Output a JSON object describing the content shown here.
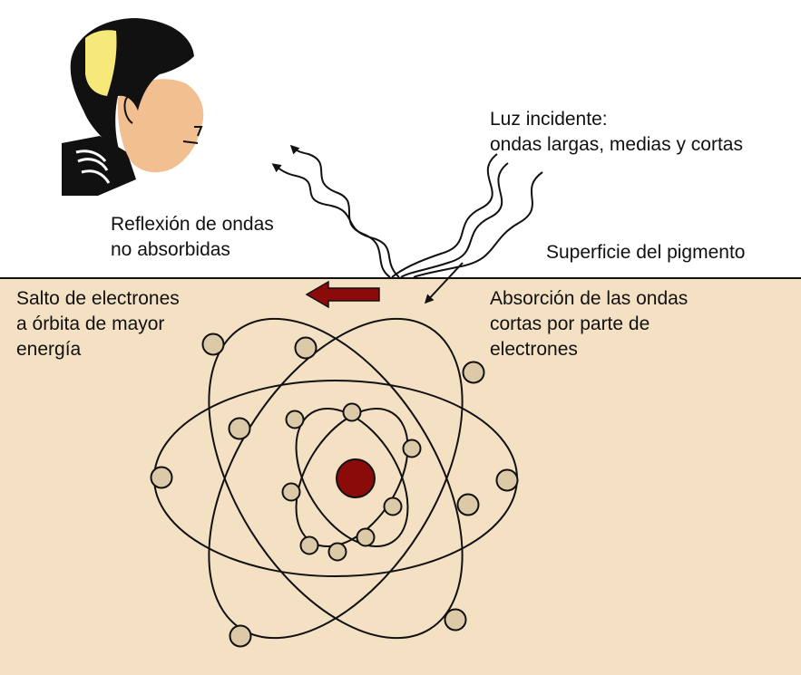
{
  "labels": {
    "incident_line1": "Luz incidente:",
    "incident_line2": "ondas largas, medias y cortas",
    "reflection_line1": "Reflexión de ondas",
    "reflection_line2": "no absorbidas",
    "surface": "Superficie del pigmento",
    "jump_line1": "Salto de electrones",
    "jump_line2": "a órbita de mayor",
    "jump_line3": "energía",
    "absorption_line1": "Absorción de las ondas",
    "absorption_line2": "cortas por parte de",
    "absorption_line3": "electrones"
  },
  "colors": {
    "pigment": "#f4e1c4",
    "nucleus": "#8b0a0a",
    "electron": "#dcc9a8",
    "arrow": "#8b0a0a",
    "hair": "#111111",
    "skin": "#f2bf91",
    "highlight": "#f7e87a"
  },
  "icons": [
    "observer-head-icon",
    "jump-arrow-icon"
  ]
}
